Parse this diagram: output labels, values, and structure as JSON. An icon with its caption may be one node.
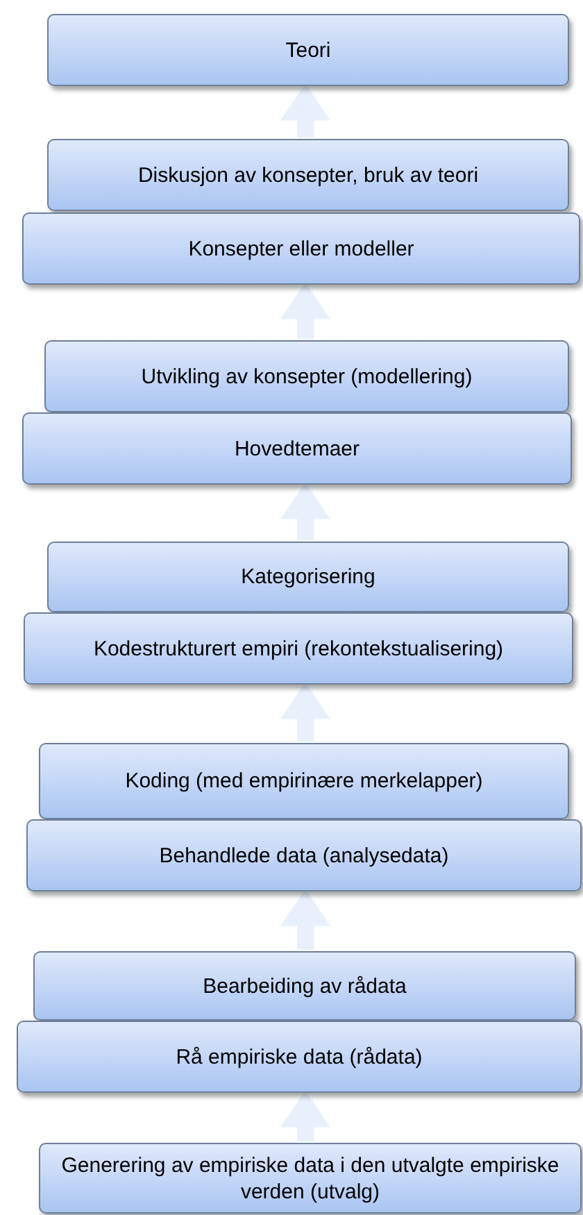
{
  "diagram": {
    "nodes": [
      {
        "text": [
          "Teori"
        ]
      },
      {
        "text": [
          "Diskusjon av konsepter, bruk av teori"
        ]
      },
      {
        "text": [
          "Konsepter eller modeller"
        ]
      },
      {
        "text": [
          "Utvikling av konsepter (modellering)"
        ]
      },
      {
        "text": [
          "Hovedtemaer"
        ]
      },
      {
        "text": [
          "Kategorisering"
        ]
      },
      {
        "text": [
          "Kodestrukturert empiri (rekontekstualisering)"
        ]
      },
      {
        "text": [
          "Koding (med empirinære merkelapper)"
        ]
      },
      {
        "text": [
          "Behandlede data (analysedata)"
        ]
      },
      {
        "text": [
          "Bearbeiding av rådata"
        ]
      },
      {
        "text": [
          "Rå empiriske data (rådata)"
        ]
      },
      {
        "text": [
          "Generering av empiriske data i den utvalgte empiriske verden (utvalg)"
        ]
      }
    ],
    "edges": [
      {
        "from": 1,
        "to": 0,
        "arrow": "to"
      },
      {
        "from": 3,
        "to": 2,
        "arrow": "to"
      },
      {
        "from": 5,
        "to": 4,
        "arrow": "to"
      },
      {
        "from": 7,
        "to": 6,
        "arrow": "to"
      },
      {
        "from": 9,
        "to": 8,
        "arrow": "to"
      },
      {
        "from": 11,
        "to": 10,
        "arrow": "to"
      }
    ]
  }
}
